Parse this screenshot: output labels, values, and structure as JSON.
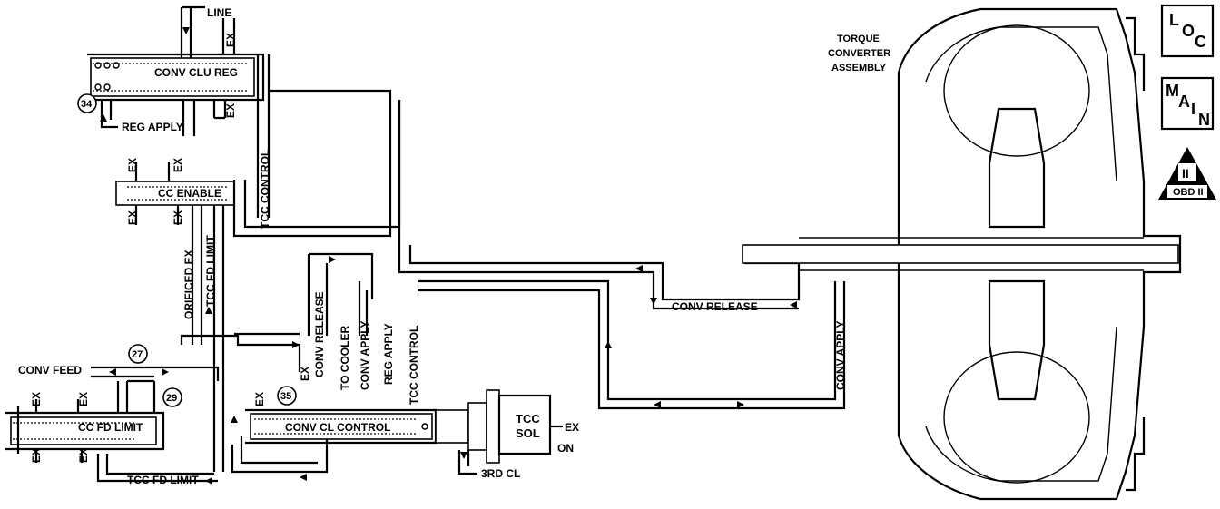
{
  "labels": {
    "line": "LINE",
    "ex": "EX",
    "conv_clu_reg": "CONV CLU REG",
    "reg_apply": "REG APPLY",
    "tcc_control": "TCC CONTROL",
    "cc_enable": "CC ENABLE",
    "orificed_ex": "ORIFICED EX",
    "tcc_fd_limit": "TCC FD LIMIT",
    "conv_release": "CONV RELEASE",
    "to_cooler": "TO COOLER",
    "conv_apply": "CONV APPLY",
    "conv_feed": "CONV FEED",
    "cc_fd_limit": "CC FD LIMIT",
    "conv_cl_control": "CONV CL CONTROL",
    "tcc_sol_1": "TCC",
    "tcc_sol_2": "SOL",
    "on": "ON",
    "third_cl": "3RD CL",
    "torque_1": "TORQUE",
    "torque_2": "CONVERTER",
    "torque_3": "ASSEMBLY"
  },
  "callouts": {
    "c34": "34",
    "c27": "27",
    "c29": "29",
    "c35": "35"
  },
  "legend": {
    "loc_l": "L",
    "loc_o": "O",
    "loc_c": "C",
    "main_m": "M",
    "main_a": "A",
    "main_i": "I",
    "main_n": "N",
    "obd_numeral": "II",
    "obd_text": "OBD II"
  }
}
